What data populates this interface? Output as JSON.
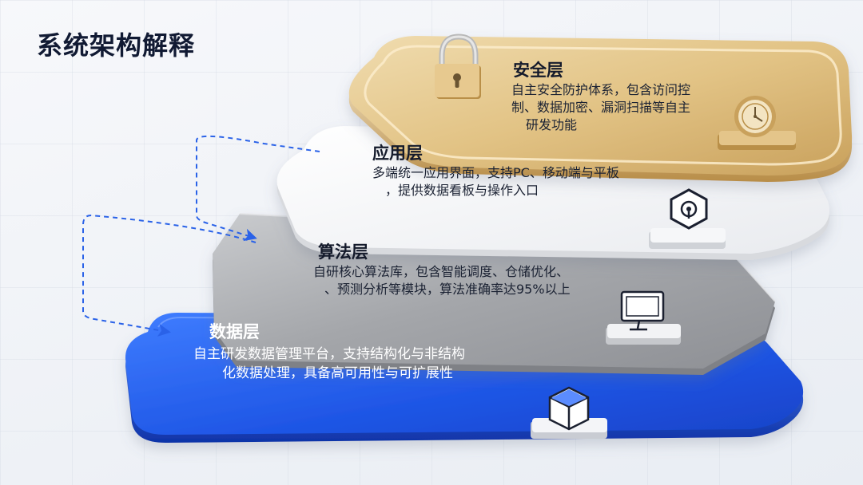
{
  "page": {
    "title": "系统架构解释"
  },
  "layers": {
    "security": {
      "title": "安全层",
      "desc": [
        "自主安全防护体系，包含访问控",
        "制、数据加密、漏洞扫描等自主",
        "研发功能"
      ],
      "icons": [
        "padlock-icon",
        "clock-icon"
      ],
      "color": "#e3c68f"
    },
    "application": {
      "title": "应用层",
      "desc": [
        "多端统一应用界面，支持PC、移动端与平板",
        "，提供数据看板与操作入口"
      ],
      "icons": [
        "hexagon-lock-icon"
      ],
      "color": "#f5f6f8"
    },
    "algorithm": {
      "title": "算法层",
      "desc": [
        "自研核心算法库，包含智能调度、仓储优化、",
        "、预测分析等模块，算法准确率达95%以上"
      ],
      "icons": [
        "monitor-icon"
      ],
      "color": "#a9abaf"
    },
    "data": {
      "title": "数据层",
      "desc": [
        "自主研发数据管理平台，支持结构化与非结构",
        "化数据处理，具备高可用性与可扩展性"
      ],
      "icons": [
        "cube-icon"
      ],
      "color": "#1f56e6"
    }
  }
}
